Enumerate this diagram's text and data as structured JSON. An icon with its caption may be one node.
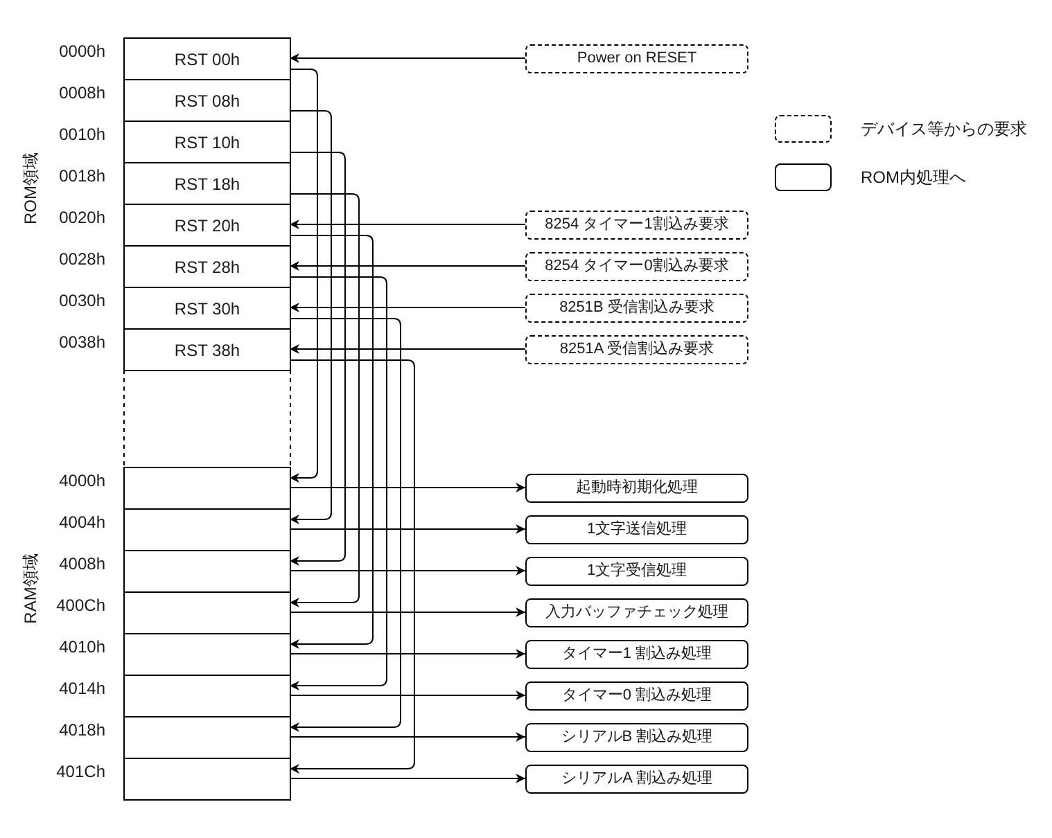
{
  "diagram": {
    "nodes": [
      {
        "text": [
          "RST 00h"
        ],
        "beside": [
          "0000h"
        ]
      },
      {
        "text": [
          "RST 08h"
        ],
        "beside": [
          "0008h"
        ]
      },
      {
        "text": [
          "RST 10h"
        ],
        "beside": [
          "0010h"
        ]
      },
      {
        "text": [
          "RST 18h"
        ],
        "beside": [
          "0018h"
        ]
      },
      {
        "text": [
          "RST 20h"
        ],
        "beside": [
          "0020h"
        ]
      },
      {
        "text": [
          "RST 28h"
        ],
        "beside": [
          "0028h"
        ]
      },
      {
        "text": [
          "RST 30h"
        ],
        "beside": [
          "0030h"
        ]
      },
      {
        "text": [
          "RST 38h"
        ],
        "beside": [
          "0038h"
        ]
      },
      {
        "text": [],
        "shape": "box",
        "beside": [
          "4000h"
        ]
      },
      {
        "text": [],
        "shape": "box",
        "beside": [
          "4004h"
        ]
      },
      {
        "text": [],
        "shape": "box",
        "beside": [
          "4008h"
        ]
      },
      {
        "text": [],
        "shape": "box",
        "beside": [
          "400Ch"
        ]
      },
      {
        "text": [],
        "shape": "box",
        "beside": [
          "4010h"
        ]
      },
      {
        "text": [],
        "shape": "box",
        "beside": [
          "4014h"
        ]
      },
      {
        "text": [],
        "shape": "box",
        "beside": [
          "4018h"
        ]
      },
      {
        "text": [],
        "shape": "box",
        "beside": [
          "401Ch"
        ]
      },
      {
        "text": [
          "Power on RESET"
        ]
      },
      {
        "text": [
          "8254 タイマー1割込み要求"
        ]
      },
      {
        "text": [
          "8254 タイマー0割込み要求"
        ]
      },
      {
        "text": [
          "8251B 受信割込み要求"
        ]
      },
      {
        "text": [
          "8251A 受信割込み要求"
        ]
      },
      {
        "text": [
          "起動時初期化処理"
        ]
      },
      {
        "text": [
          "1文字送信処理"
        ]
      },
      {
        "text": [
          "1文字受信処理"
        ]
      },
      {
        "text": [
          "入力バッファチェック処理"
        ]
      },
      {
        "text": [
          "タイマー1 割込み処理"
        ]
      },
      {
        "text": [
          "タイマー0 割込み処理"
        ]
      },
      {
        "text": [
          "シリアルB 割込み処理"
        ]
      },
      {
        "text": [
          "シリアルA 割込み処理"
        ]
      }
    ],
    "edges": [
      {
        "from": 16,
        "to": 0,
        "arrow": "to"
      },
      {
        "from": 17,
        "to": 4,
        "arrow": "to"
      },
      {
        "from": 18,
        "to": 5,
        "arrow": "to"
      },
      {
        "from": 19,
        "to": 6,
        "arrow": "to"
      },
      {
        "from": 20,
        "to": 7,
        "arrow": "to"
      },
      {
        "from": 0,
        "to": 8,
        "arrow": "to"
      },
      {
        "from": 1,
        "to": 9,
        "arrow": "to"
      },
      {
        "from": 2,
        "to": 10,
        "arrow": "to"
      },
      {
        "from": 3,
        "to": 11,
        "arrow": "to"
      },
      {
        "from": 4,
        "to": 12,
        "arrow": "to"
      },
      {
        "from": 5,
        "to": 13,
        "arrow": "to"
      },
      {
        "from": 6,
        "to": 14,
        "arrow": "to"
      },
      {
        "from": 7,
        "to": 15,
        "arrow": "to"
      },
      {
        "from": 8,
        "to": 21,
        "arrow": "to"
      },
      {
        "from": 9,
        "to": 22,
        "arrow": "to"
      },
      {
        "from": 10,
        "to": 23,
        "arrow": "to"
      },
      {
        "from": 11,
        "to": 24,
        "arrow": "to"
      },
      {
        "from": 12,
        "to": 25,
        "arrow": "to"
      },
      {
        "from": 13,
        "to": 26,
        "arrow": "to"
      },
      {
        "from": 14,
        "to": 27,
        "arrow": "to"
      },
      {
        "from": 15,
        "to": 28,
        "arrow": "to"
      }
    ],
    "labels": [
      "ROM領域",
      "RAM領域"
    ],
    "legend": [
      {
        "text": "デバイス等からの要求"
      },
      {
        "text": "ROM内処理へ"
      }
    ]
  }
}
